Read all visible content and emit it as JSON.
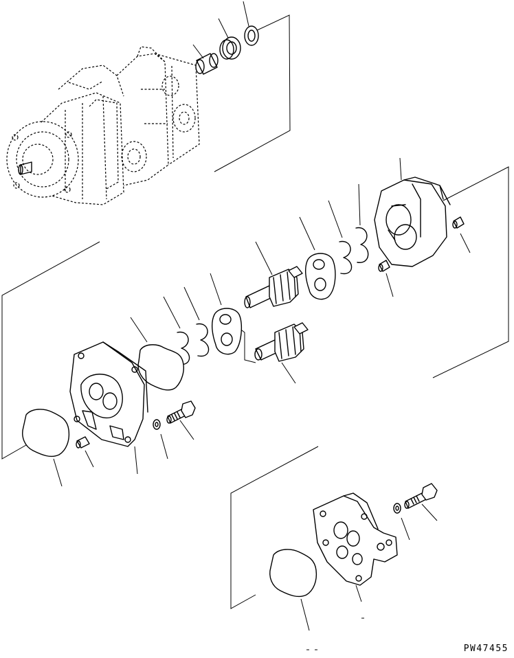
{
  "drawing": {
    "code": "PW47455"
  },
  "parts": [
    {
      "id": "pump-assembly"
    },
    {
      "id": "bushing"
    },
    {
      "id": "bearing"
    },
    {
      "id": "snap-ring"
    },
    {
      "id": "gear-case"
    },
    {
      "id": "dowel-pin-upper"
    },
    {
      "id": "seal-ring-a"
    },
    {
      "id": "seal-ring-b"
    },
    {
      "id": "pressure-plate-upper"
    },
    {
      "id": "drive-gear"
    },
    {
      "id": "driven-gear"
    },
    {
      "id": "pressure-plate-lower"
    },
    {
      "id": "seal-ring-c"
    },
    {
      "id": "seal-ring-d"
    },
    {
      "id": "gasket-upper"
    },
    {
      "id": "middle-plate"
    },
    {
      "id": "dowel-pin-lower"
    },
    {
      "id": "gasket-lower"
    },
    {
      "id": "washer-upper"
    },
    {
      "id": "bolt-upper"
    },
    {
      "id": "rear-cover"
    },
    {
      "id": "gasket-rear"
    },
    {
      "id": "washer-lower"
    },
    {
      "id": "bolt-lower"
    }
  ]
}
